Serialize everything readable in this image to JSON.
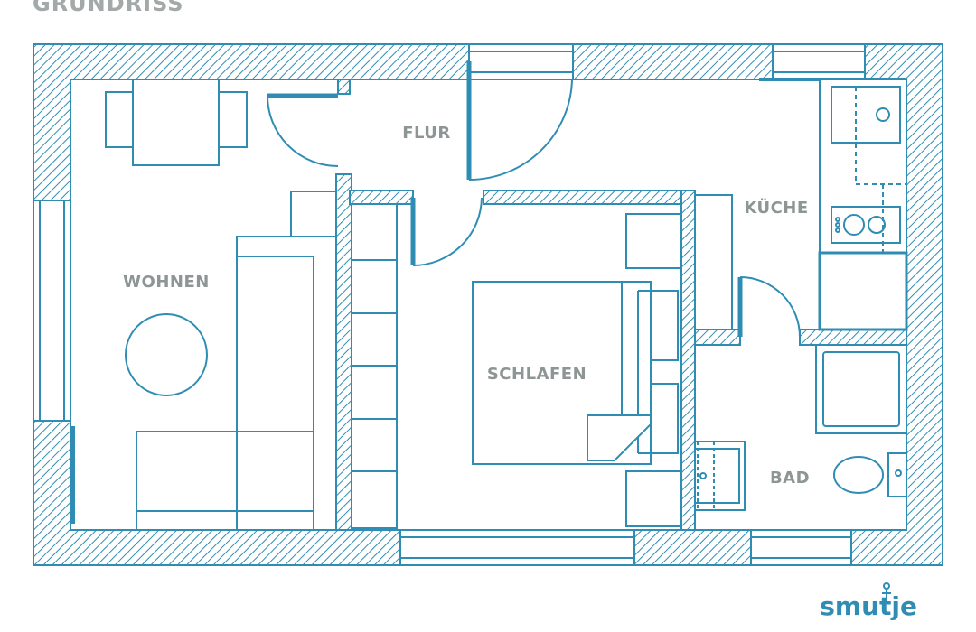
{
  "page": {
    "heading": "GRUNDRISS",
    "brand_color": "#2f8db3",
    "label_color": "#8e9595",
    "logo": {
      "text": "smutje",
      "icon": "anchor-icon"
    }
  },
  "rooms": {
    "wohnen": "WOHNEN",
    "flur": "FLUR",
    "kueche": "KÜCHE",
    "schlafen": "SCHLAFEN",
    "bad": "BAD"
  }
}
